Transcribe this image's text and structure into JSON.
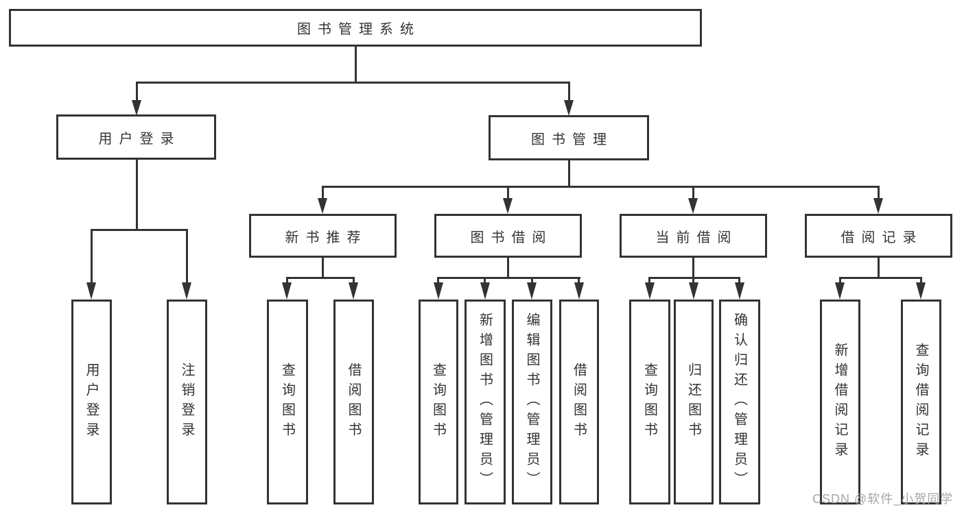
{
  "diagram": {
    "root": {
      "label": "图书管理系统"
    },
    "branches": [
      {
        "label": "用户登录",
        "children": [
          {
            "label": "用户登录"
          },
          {
            "label": "注销登录"
          }
        ]
      },
      {
        "label": "图书管理",
        "children": [
          {
            "label": "新书推荐",
            "children": [
              {
                "label": "查询图书"
              },
              {
                "label": "借阅图书"
              }
            ]
          },
          {
            "label": "图书借阅",
            "children": [
              {
                "label": "查询图书"
              },
              {
                "label": "新增图书（管理员）"
              },
              {
                "label": "编辑图书（管理员）"
              },
              {
                "label": "借阅图书"
              }
            ]
          },
          {
            "label": "当前借阅",
            "children": [
              {
                "label": "查询图书"
              },
              {
                "label": "归还图书"
              },
              {
                "label": "确认归还（管理员）"
              }
            ]
          },
          {
            "label": "借阅记录",
            "children": [
              {
                "label": "新增借阅记录"
              },
              {
                "label": "查询借阅记录"
              }
            ]
          }
        ]
      }
    ]
  },
  "watermark": {
    "text": "CSDN @软件_小贺同学"
  },
  "colors": {
    "line": "#333333",
    "text": "#333333",
    "background": "#ffffff",
    "watermark": "#a6a6a6"
  }
}
